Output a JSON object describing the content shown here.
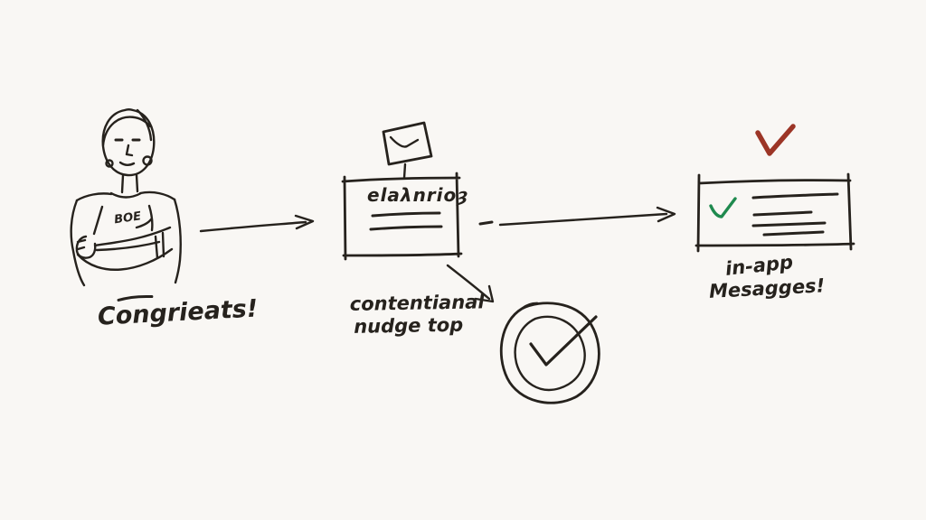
{
  "canvas": {
    "background": "#f9f7f4",
    "ink": "#26221d"
  },
  "accents": {
    "red_check": "#9c3526",
    "green_check": "#1f8a4e"
  },
  "person": {
    "shirt_text": "BOE",
    "caption": "Congrieats!"
  },
  "notification_box": {
    "title": "elaλnrioȝ",
    "caption_line1": "contentianal",
    "caption_line2": "nudge top"
  },
  "message_box": {
    "caption_line1": "in-app",
    "caption_line2": "Mesagges!"
  },
  "icons": {
    "flag": "flag-icon",
    "clock_check": "clock-check-icon",
    "green_check": "green-check-icon",
    "red_check": "red-check-icon"
  }
}
